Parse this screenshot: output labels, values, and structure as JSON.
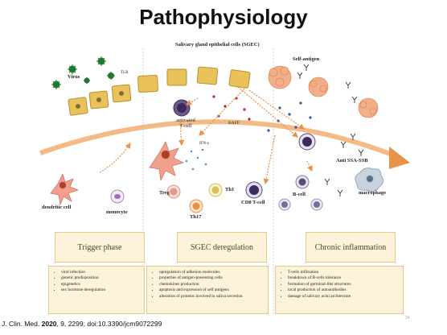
{
  "title": "Pathophysiology",
  "figure": {
    "sgec_label": "Salivary gland epithelial cells (SGEC)",
    "virus_label": "Virus",
    "tlr_label": "TLR",
    "self_antigen_label": "Self-antigen",
    "activated_tcell_label": "activated T-cell",
    "baff_label": "BAFF",
    "ifn_label": "IFN-γ",
    "anti_ssa_label": "Anti SSA-SSB",
    "dendritic_label": "dendritic cell",
    "monocyte_label": "monocyte",
    "treg_label": "Treg",
    "th1_label": "Th1",
    "th17_label": "Th17",
    "cd8_label": "CD8 T-cell",
    "bcell_label": "B-cell",
    "macrophage_label": "macrophage",
    "phases": [
      {
        "label": "Trigger phase"
      },
      {
        "label": "SGEC deregulation"
      },
      {
        "label": "Chronic inflammation"
      }
    ],
    "boxes": [
      {
        "items": [
          "viral infection",
          "genetic predisposition",
          "epigenetics",
          "sex hormone deregulation"
        ]
      },
      {
        "items": [
          "upregulation of adhesion molecules",
          "properties of antigen-presenting cells",
          "chemokines production",
          "apoptosis and expression of self antigens",
          "alteration of proteins involved in saliva secretion"
        ]
      },
      {
        "items": [
          "T-cells infiltration",
          "breakdown of B-cells tolerance",
          "formation of germinal-like structures",
          "local production of autoantibodies",
          "damage of salivary acini architecture"
        ]
      }
    ]
  },
  "citation": {
    "prefix": "J. Clin. Med. ",
    "year": "2020",
    "rest": ", 9, 2299; doi:10.3390/jcm9072299"
  },
  "page_number": "34",
  "colors": {
    "epithelial_fill": "#e9c35a",
    "phase_border": "#e3c98a",
    "phase_fill": "#fdf3da",
    "arrow": "#e8914a",
    "virus": "#1e7a30",
    "dot_red": "#c0232a",
    "dot_blue": "#2a55a8"
  }
}
